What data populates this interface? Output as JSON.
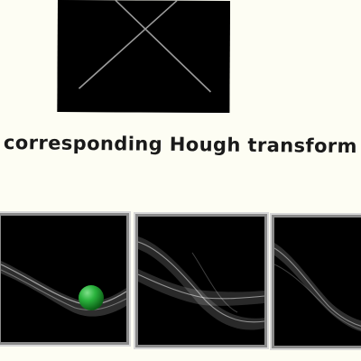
{
  "caption": "corresponding Hough transform",
  "source_image": {
    "description_icon": "crossed-lines-image",
    "background": "#000000",
    "line_color": "#9a9a9a"
  },
  "hough_panels": [
    {
      "name": "hough-panel-1",
      "has_marker": true,
      "marker_color": "#1f9a2e"
    },
    {
      "name": "hough-panel-2",
      "has_marker": false
    },
    {
      "name": "hough-panel-3",
      "has_marker": false
    }
  ],
  "colors": {
    "page_background": "#fdfdf3",
    "panel_border": "#8a8a8a",
    "sinusoid": "#ffffff"
  }
}
